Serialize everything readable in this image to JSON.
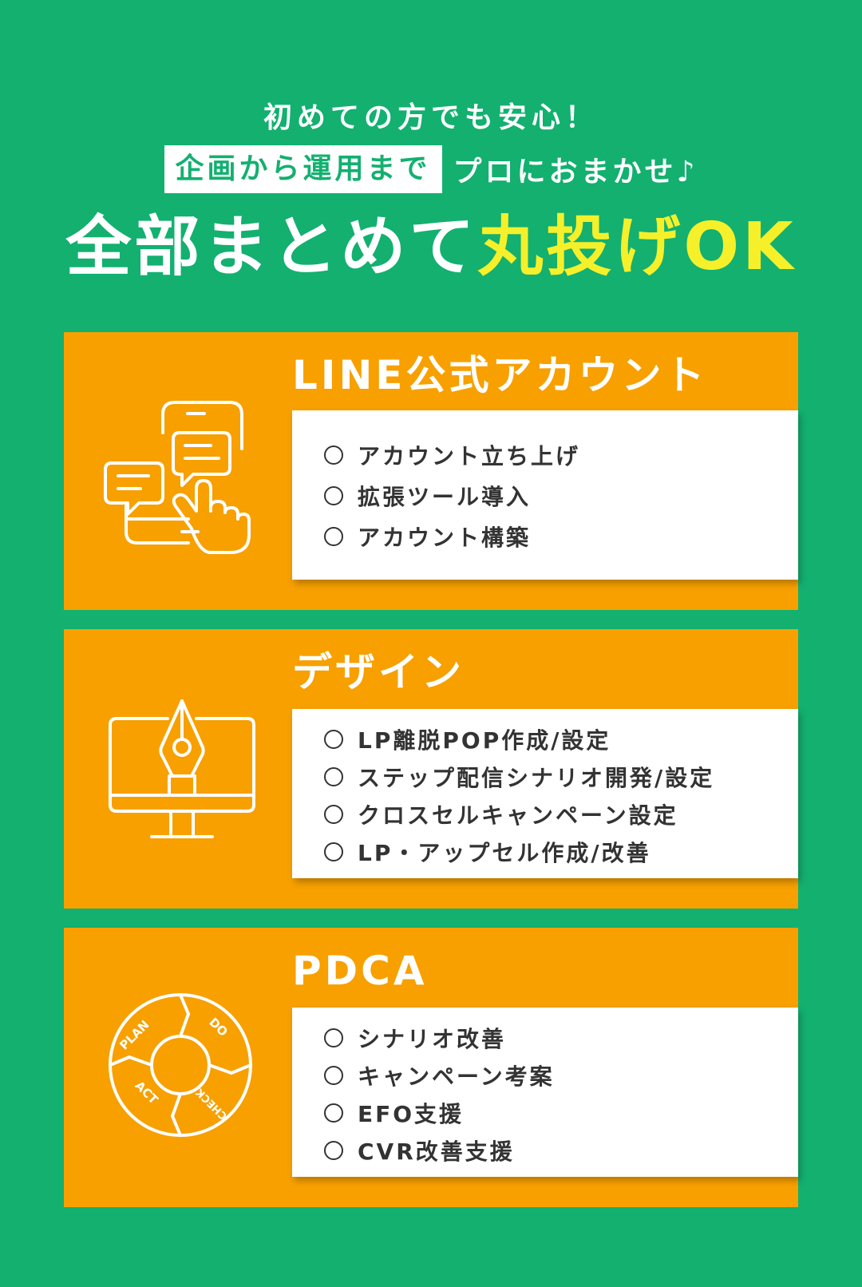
{
  "intro": {
    "line1": "初めての方でも安心！",
    "line2_highlight": "企画から運用まで",
    "line2_rest": "プロにおまかせ♪"
  },
  "headline": {
    "main": "全部まとめて",
    "accent": "丸投げOK"
  },
  "colors": {
    "background": "#13b070",
    "card": "#f7a000",
    "accent_text": "#f5f02a"
  },
  "cards": [
    {
      "title": "LINE公式アカウント",
      "icon": "smartphone-chat-tap-icon",
      "items": [
        "アカウント立ち上げ",
        "拡張ツール導入",
        "アカウント構築"
      ]
    },
    {
      "title": "デザイン",
      "icon": "monitor-pen-icon",
      "items": [
        "LP離脱POP作成/設定",
        "ステップ配信シナリオ開発/設定",
        "クロスセルキャンペーン設定",
        "LP・アップセル作成/改善"
      ]
    },
    {
      "title": "PDCA",
      "icon": "pdca-cycle-icon",
      "cycle_labels": [
        "PLAN",
        "DO",
        "CHECK",
        "ACT"
      ],
      "items": [
        "シナリオ改善",
        "キャンペーン考案",
        "EFO支援",
        "CVR改善支援"
      ]
    }
  ]
}
